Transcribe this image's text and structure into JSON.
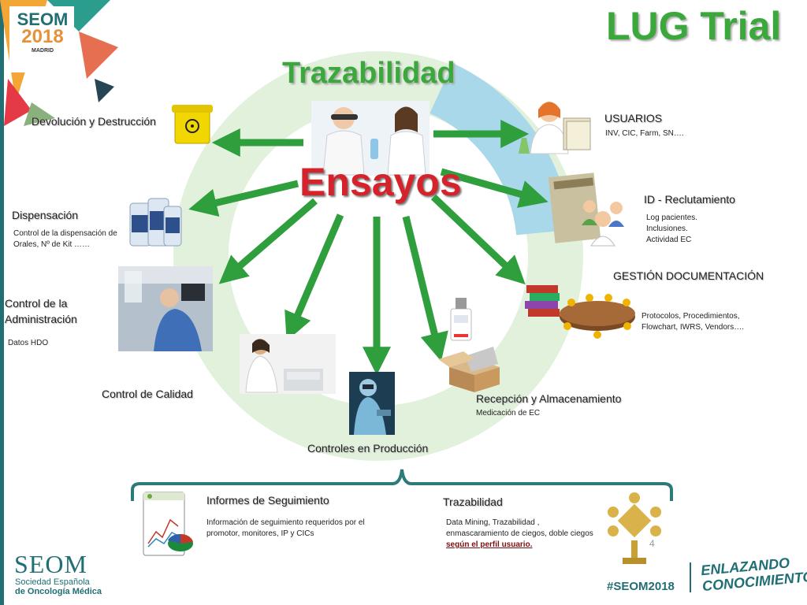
{
  "header": {
    "title": "LUG Trial",
    "subtitle": "Trazabilidad",
    "center": "Ensayos"
  },
  "logo_top": {
    "line1": "SEOM",
    "line2": "2018",
    "line3": "MADRID"
  },
  "nodes": {
    "devolucion": {
      "label": "Devolución y Destrucción"
    },
    "usuarios": {
      "label": "USUARIOS",
      "desc": "INV, CIC, Farm, SN…."
    },
    "id_reclutamiento": {
      "label": "ID - Reclutamiento",
      "desc": [
        "Log pacientes.",
        "Inclusiones.",
        "Actividad EC"
      ]
    },
    "dispensacion": {
      "label": "Dispensación",
      "desc": [
        "Control de la dispensación de",
        "Orales, Nº de Kit ……"
      ]
    },
    "gestion": {
      "label": "GESTIÓN DOCUMENTACIÓN",
      "desc": [
        "Protocolos, Procedimientos,",
        "Flowchart, IWRS, Vendors…."
      ]
    },
    "control_admin": {
      "label": [
        "Control de la",
        "Administración"
      ],
      "desc": "Datos HDO"
    },
    "control_calidad": {
      "label": "Control de Calidad"
    },
    "recepcion": {
      "label": "Recepción y Almacenamiento",
      "desc": "Medicación de EC"
    },
    "controles_prod": {
      "label": "Controles en Producción"
    }
  },
  "informes": {
    "title": "Informes de Seguimiento",
    "desc": [
      "Información de seguimiento requeridos por el",
      "promotor, monitores, IP y CICs"
    ]
  },
  "trazabilidad": {
    "title": "Trazabilidad",
    "desc": [
      "Data Mining, Trazabilidad ,",
      "enmascaramiento de ciegos, doble ciegos"
    ],
    "emph": "según el perfil usuario."
  },
  "page_number": "4",
  "footer": {
    "org": "SEOM",
    "org_line1": "Sociedad Española",
    "org_line2": "de Oncología Médica",
    "hashtag": "#SEOM2018",
    "tagline1": "ENLAZANDO",
    "tagline2": "CONOCIMIENTO"
  },
  "colors": {
    "title_green": "#3aa83a",
    "arrow_green": "#2f9e3c",
    "center_red": "#d6222a",
    "ring_green": "#dff0d8",
    "ring_blue": "#9fd3e6",
    "brace_teal": "#2c7a7a",
    "seom_teal": "#1f6f74",
    "emph_red": "#7a1010"
  },
  "icons": [
    "biohazard-bin-icon",
    "user-with-folders-icon",
    "medical-records-icon",
    "medicine-bottles-icon",
    "books-icon",
    "meeting-table-icon",
    "lab-scientists-image",
    "hospital-patient-image",
    "lab-worker-image",
    "cleanroom-worker-image",
    "usb-logger-icon",
    "open-box-icon",
    "report-chart-icon",
    "puzzle-trophy-icon"
  ]
}
